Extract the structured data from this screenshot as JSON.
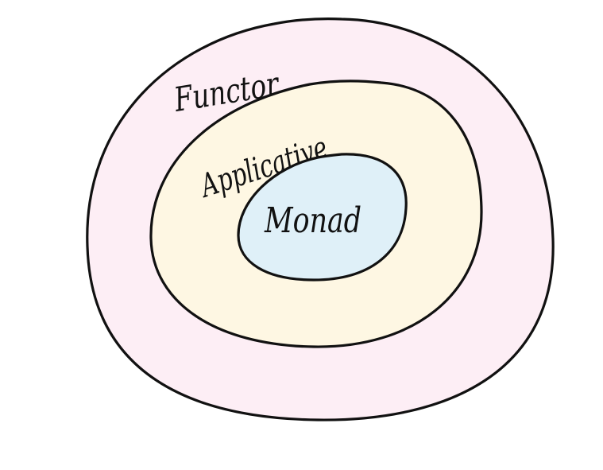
{
  "diagram": {
    "rings": [
      {
        "label": "Functor",
        "fill": "#fdeef5"
      },
      {
        "label": "Applicative",
        "fill": "#fef7e3"
      },
      {
        "label": "Monad",
        "fill": "#dff0f8"
      }
    ],
    "outline_color": "#111111",
    "background": "#ffffff"
  }
}
